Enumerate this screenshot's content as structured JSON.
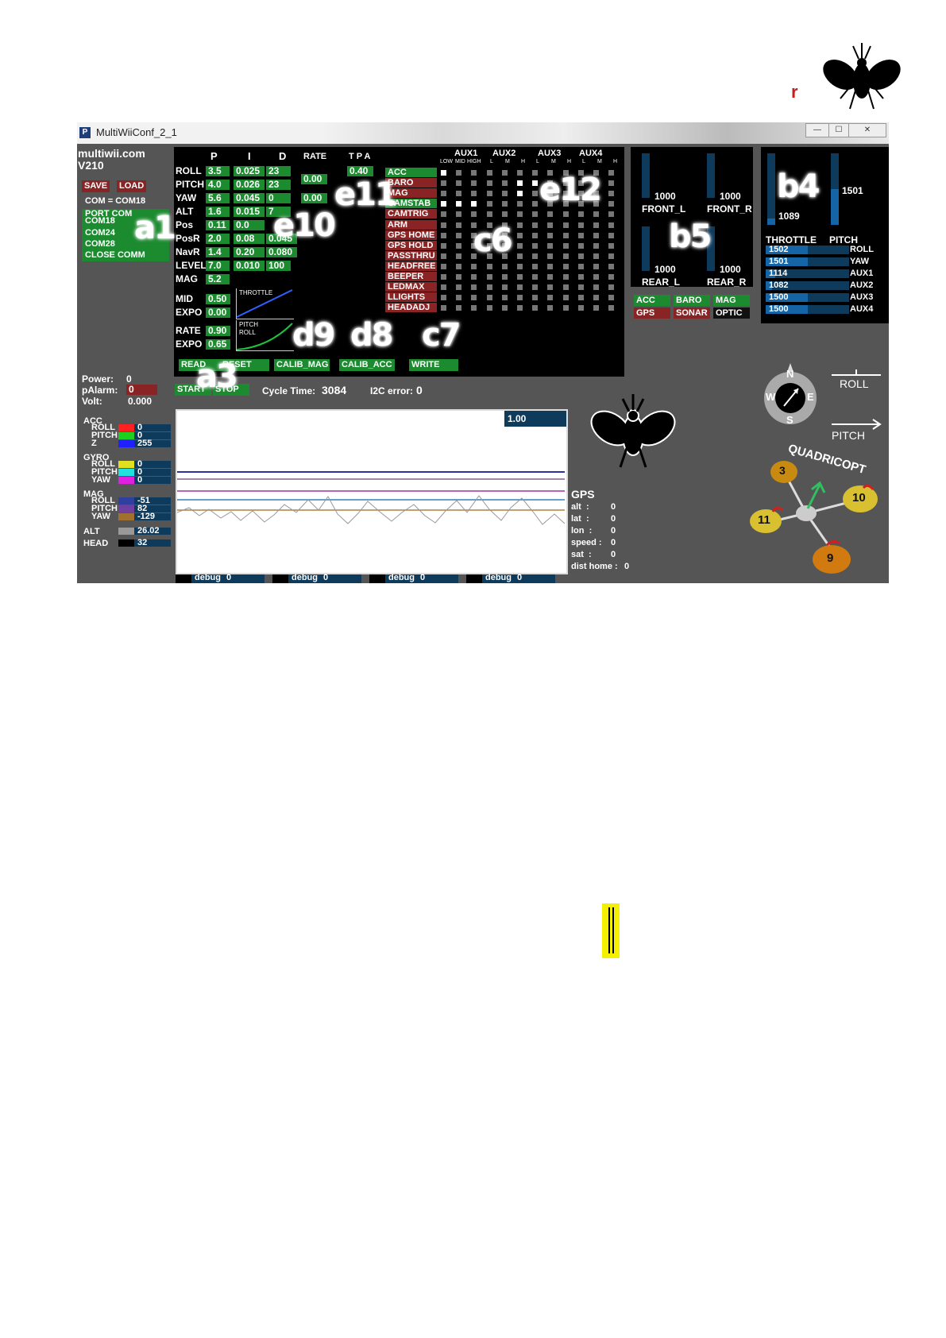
{
  "doc": {
    "header_mark": "r"
  },
  "window": {
    "title": "MultiWiiConf_2_1",
    "icon_letter": "P",
    "controls": [
      "—",
      "☐",
      "✕"
    ]
  },
  "sidebar": {
    "site": "multiwii.com",
    "version": "V210",
    "save": "SAVE",
    "load": "LOAD",
    "com_status": "COM = COM18",
    "port_header": "PORT COM",
    "ports": [
      "COM18",
      "COM24",
      "COM28"
    ],
    "close_comm": "CLOSE COMM"
  },
  "pid": {
    "headers": {
      "p": "P",
      "i": "I",
      "d": "D",
      "rate": "RATE",
      "tpa": "T P A"
    },
    "rows": [
      {
        "name": "ROLL",
        "p": "3.5",
        "i": "0.025",
        "d": "23"
      },
      {
        "name": "PITCH",
        "p": "4.0",
        "i": "0.026",
        "d": "23"
      },
      {
        "name": "YAW",
        "p": "5.6",
        "i": "0.045",
        "d": "0"
      },
      {
        "name": "ALT",
        "p": "1.6",
        "i": "0.015",
        "d": "7"
      },
      {
        "name": "Pos",
        "p": "0.11",
        "i": "0.0",
        "d": ""
      },
      {
        "name": "PosR",
        "p": "2.0",
        "i": "0.08",
        "d": "0.045"
      },
      {
        "name": "NavR",
        "p": "1.4",
        "i": "0.20",
        "d": "0.080"
      },
      {
        "name": "LEVEL",
        "p": "7.0",
        "i": "0.010",
        "d": "100"
      },
      {
        "name": "MAG",
        "p": "5.2",
        "i": "",
        "d": ""
      }
    ],
    "rate_rp": "0.00",
    "rate_yaw": "0.00",
    "tpa": "0.40",
    "mid_label": "MID",
    "mid": "0.50",
    "expo_label": "EXPO",
    "expo": "0.00",
    "throttle_curve_label": "THROTTLE",
    "rate_label": "RATE",
    "rate": "0.90",
    "expo2_label": "EXPO",
    "expo2": "0.65",
    "pitchroll_curve_label": "PITCH ROLL",
    "read": "READ",
    "reset": "RESET",
    "calib_mag": "CALIB_MAG",
    "calib_acc": "CALIB_ACC",
    "write": "WRITE"
  },
  "aux": {
    "headers": [
      "AUX1",
      "AUX2",
      "AUX3",
      "AUX4"
    ],
    "sub_first": [
      "LOW",
      "MID",
      "HIGH"
    ],
    "sub_other": [
      "L",
      "M",
      "H"
    ],
    "modes": [
      {
        "name": "ACC",
        "state": "green"
      },
      {
        "name": "BARO",
        "state": "red"
      },
      {
        "name": "MAG",
        "state": "red"
      },
      {
        "name": "CAMSTAB",
        "state": "green"
      },
      {
        "name": "CAMTRIG",
        "state": "red"
      },
      {
        "name": "ARM",
        "state": "red"
      },
      {
        "name": "GPS HOME",
        "state": "red"
      },
      {
        "name": "GPS HOLD",
        "state": "red"
      },
      {
        "name": "PASSTHRU",
        "state": "red"
      },
      {
        "name": "HEADFREE",
        "state": "red"
      },
      {
        "name": "BEEPER",
        "state": "red"
      },
      {
        "name": "LEDMAX",
        "state": "red"
      },
      {
        "name": "LLIGHTS",
        "state": "red"
      },
      {
        "name": "HEADADJ",
        "state": "red"
      }
    ],
    "active_cells": [
      [
        0,
        0
      ],
      [
        1,
        5
      ],
      [
        2,
        5
      ],
      [
        1,
        6
      ],
      [
        3,
        0
      ],
      [
        3,
        1
      ],
      [
        3,
        2
      ]
    ]
  },
  "motors": {
    "front_l": {
      "label": "FRONT_L",
      "value": "1000"
    },
    "front_r": {
      "label": "FRONT_R",
      "value": "1000"
    },
    "rear_l": {
      "label": "REAR_L",
      "value": "1000"
    },
    "rear_r": {
      "label": "REAR_R",
      "value": "1000"
    }
  },
  "rc": {
    "throttle": {
      "label": "THROTTLE",
      "value": "1089"
    },
    "pitch": {
      "label": "PITCH",
      "value": "1501"
    },
    "channels": [
      {
        "value": "1502",
        "name": "ROLL",
        "level": 0.5
      },
      {
        "value": "1501",
        "name": "YAW",
        "level": 0.5
      },
      {
        "value": "1114",
        "name": "AUX1",
        "level": 0.11
      },
      {
        "value": "1082",
        "name": "AUX2",
        "level": 0.08
      },
      {
        "value": "1500",
        "name": "AUX3",
        "level": 0.5
      },
      {
        "value": "1500",
        "name": "AUX4",
        "level": 0.5
      }
    ]
  },
  "sensors": {
    "acc": "ACC",
    "baro": "BARO",
    "mag": "MAG",
    "gps": "GPS",
    "sonar": "SONAR",
    "optic": "OPTIC"
  },
  "status": {
    "power_label": "Power:",
    "power": "0",
    "palarm_label": "pAlarm:",
    "palarm": "0",
    "volt_label": "Volt:",
    "volt": "0.000",
    "start": "START",
    "stop": "STOP",
    "cycle_label": "Cycle Time:",
    "cycle": "3084",
    "i2c_label": "I2C error:",
    "i2c": "0",
    "graph_scale": "1.00"
  },
  "readouts": {
    "acc_title": "ACC",
    "acc": [
      {
        "name": "ROLL",
        "value": "0",
        "color": "#ff2020"
      },
      {
        "name": "PITCH",
        "value": "0",
        "color": "#20d020"
      },
      {
        "name": "Z",
        "value": "255",
        "color": "#2020ff"
      }
    ],
    "gyro_title": "GYRO",
    "gyro": [
      {
        "name": "ROLL",
        "value": "0",
        "color": "#e0e020"
      },
      {
        "name": "PITCH",
        "value": "0",
        "color": "#20e0e0"
      },
      {
        "name": "YAW",
        "value": "0",
        "color": "#e020e0"
      }
    ],
    "mag_title": "MAG",
    "mag": [
      {
        "name": "ROLL",
        "value": "-51",
        "color": "#3040a0"
      },
      {
        "name": "PITCH",
        "value": "82",
        "color": "#7040a0"
      },
      {
        "name": "YAW",
        "value": "-129",
        "color": "#a07030"
      }
    ],
    "alt_label": "ALT",
    "alt": "26.02",
    "head_label": "HEAD",
    "head": "32"
  },
  "debug": [
    {
      "label": "debug",
      "value": "0"
    },
    {
      "label": "debug",
      "value": "0"
    },
    {
      "label": "debug",
      "value": "0"
    },
    {
      "label": "debug",
      "value": "0"
    }
  ],
  "gps": {
    "title": "GPS",
    "rows": [
      {
        "label": "alt  :",
        "value": "0"
      },
      {
        "label": "lat  :",
        "value": "0"
      },
      {
        "label": "lon  :",
        "value": "0"
      },
      {
        "label": "speed :",
        "value": "0"
      },
      {
        "label": "sat  :",
        "value": "0"
      },
      {
        "label": "dist home :",
        "value": "0"
      }
    ]
  },
  "compass": {
    "n": "N",
    "s": "S",
    "e": "E",
    "w": "W"
  },
  "attitude": {
    "roll": "ROLL",
    "pitch": "PITCH"
  },
  "quad": {
    "label": "QUADRICOPT",
    "motors": [
      "3",
      "10",
      "11",
      "9"
    ]
  },
  "tags": [
    "a1",
    "a3",
    "b4",
    "b5",
    "c6",
    "c7",
    "d8",
    "d9",
    "e10",
    "e11",
    "e12"
  ]
}
